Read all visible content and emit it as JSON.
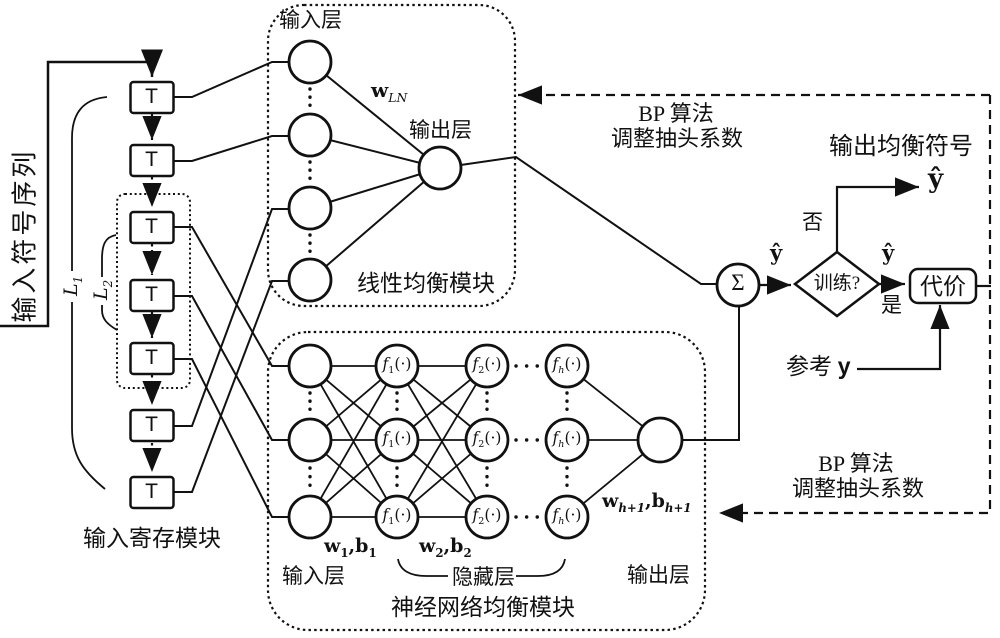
{
  "diagram": {
    "input_sequence_label": "输入符号序列",
    "register": {
      "tap": "T",
      "caption": "输入寄存模块",
      "l1": {
        "base": "L",
        "sub": "1"
      },
      "l2": {
        "base": "L",
        "sub": "2"
      }
    },
    "linear_module": {
      "input_layer": "输入层",
      "output_layer": "输出层",
      "caption": "线性均衡模块",
      "weight": {
        "base": "w",
        "sub": "LN"
      }
    },
    "nn_module": {
      "input_layer": "输入层",
      "hidden_layer": "隐藏层",
      "output_layer": "输出层",
      "caption": "神经网络均衡模块",
      "act1": {
        "base": "f",
        "sub": "1",
        "args": "(·)"
      },
      "act2": {
        "base": "f",
        "sub": "2",
        "args": "(·)"
      },
      "acth": {
        "base": "f",
        "sub": "h",
        "args": "(·)"
      },
      "w1": {
        "w": "w",
        "wsub": "1",
        "sep": ",",
        "b": "b",
        "bsub": "1"
      },
      "w2": {
        "w": "w",
        "wsub": "2",
        "sep": ",",
        "b": "b",
        "bsub": "2"
      },
      "wh": {
        "w": "w",
        "wsub": "h+1",
        "sep": ",",
        "b": "b",
        "bsub": "h+1"
      }
    },
    "summer": {
      "symbol": "Σ"
    },
    "decision": {
      "question": "训练?",
      "no": "否",
      "yes": "是"
    },
    "signals": {
      "yhat": "ŷ",
      "reference_prefix": "参考",
      "reference_symbol": "y"
    },
    "cost": {
      "label": "代价"
    },
    "output_label": "输出均衡符号",
    "bp": {
      "line1": "BP 算法",
      "line2": "调整抽头系数"
    }
  }
}
